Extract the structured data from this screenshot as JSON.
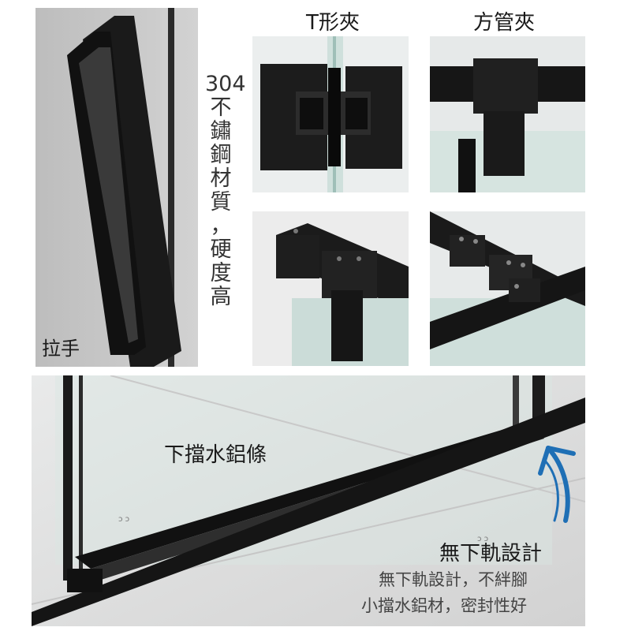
{
  "labels": {
    "handle": "拉手",
    "t_clamp": "T形夾",
    "square_clamp": "方管夾",
    "material_lines": [
      "304",
      "不",
      "鏽",
      "鋼",
      "材",
      "質",
      "，",
      "硬",
      "度",
      "高"
    ],
    "bottom_strip": "下擋水鋁條",
    "no_track": "無下軌設計",
    "desc_line1": "無下軌設計，不絆腳",
    "desc_line2": "小擋水鋁材，密封性好"
  },
  "colors": {
    "hardware": "#151515",
    "glass": "#cfe0dc",
    "wall": "#b9b9b9",
    "arrow": "#1f6fb5"
  }
}
